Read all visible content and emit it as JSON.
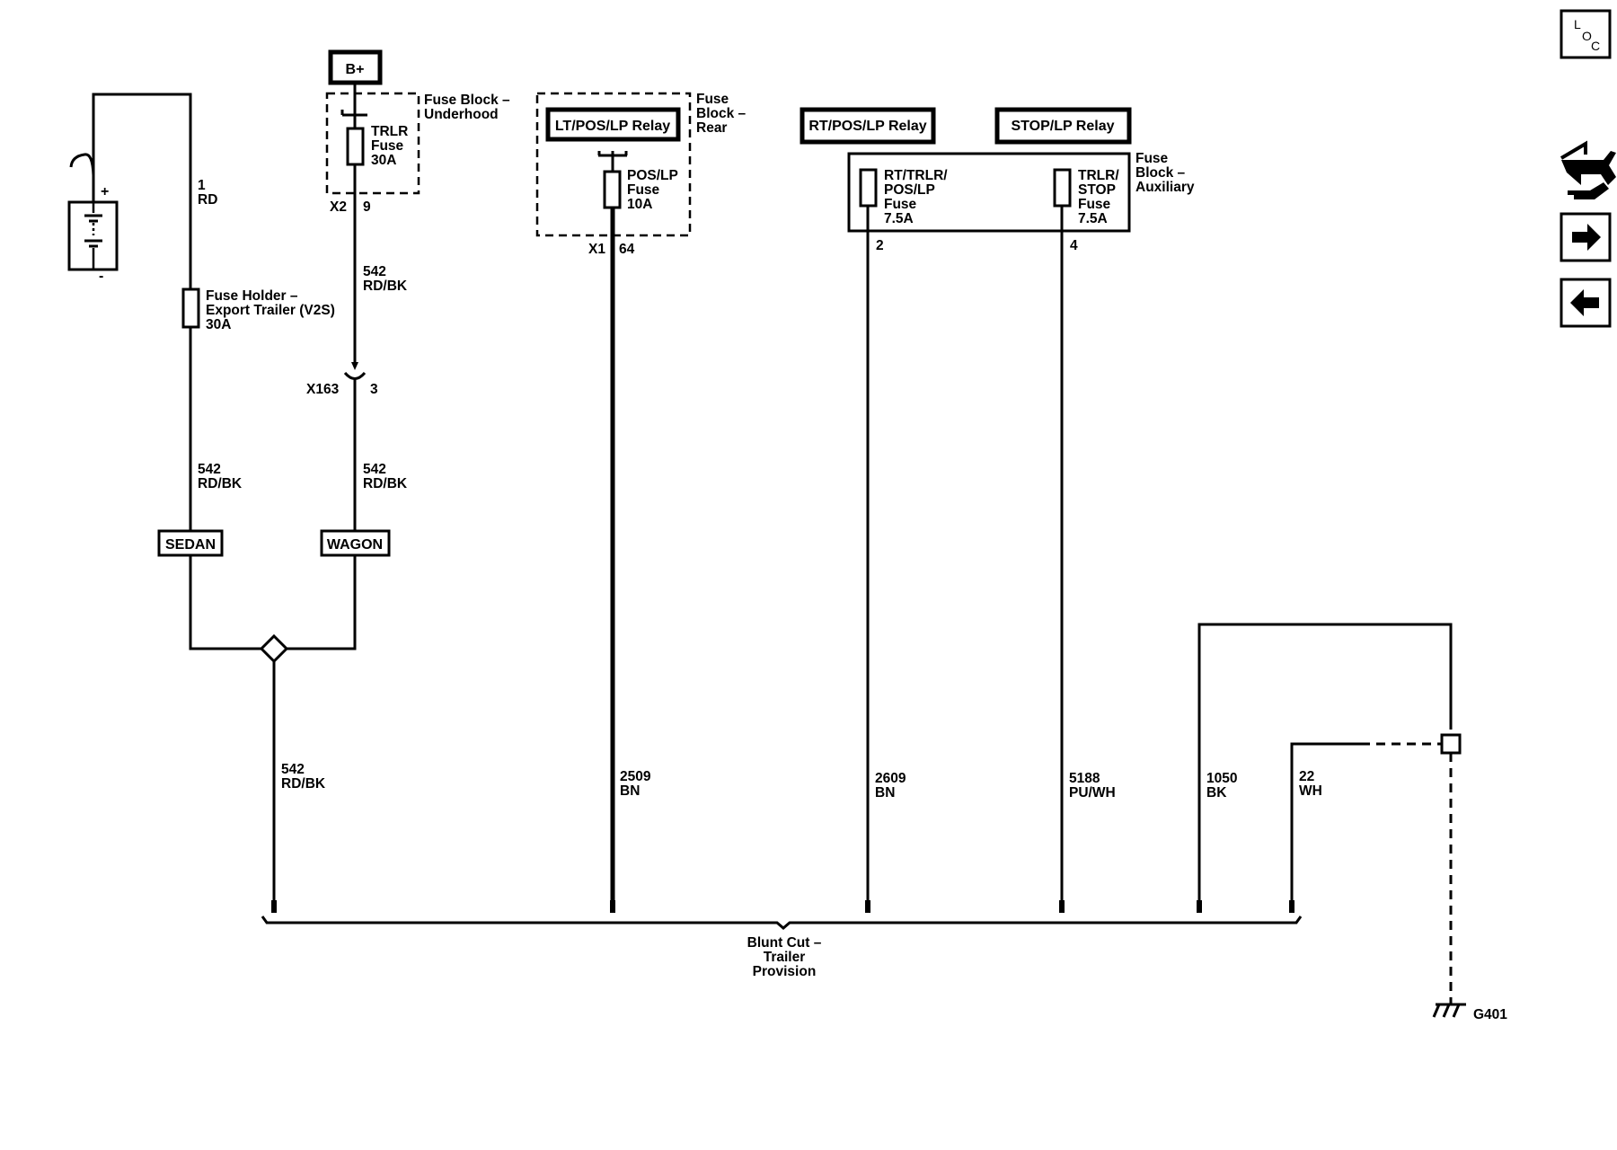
{
  "battery": {
    "plus": "+",
    "minus": "-"
  },
  "b_plus": "B+",
  "fuse_block_underhood": {
    "line1": "Fuse Block –",
    "line2": "Underhood"
  },
  "trlr_fuse": {
    "line1": "TRLR",
    "line2": "Fuse",
    "line3": "30A"
  },
  "conn_x2": "X2",
  "pin_9": "9",
  "wire_1": {
    "num": "1",
    "color": "RD"
  },
  "fuse_holder": {
    "line1": "Fuse Holder –",
    "line2": "Export Trailer (V2S)",
    "line3": "30A"
  },
  "wire_542_a": {
    "num": "542",
    "color": "RD/BK"
  },
  "conn_x163": "X163",
  "pin_3": "3",
  "wire_542_b": {
    "num": "542",
    "color": "RD/BK"
  },
  "wire_542_c": {
    "num": "542",
    "color": "RD/BK"
  },
  "option_sedan": "SEDAN",
  "option_wagon": "WAGON",
  "wire_542_d": {
    "num": "542",
    "color": "RD/BK"
  },
  "relay_lt": "LT/POS/LP Relay",
  "fuse_block_rear": {
    "line1": "Fuse",
    "line2": "Block –",
    "line3": "Rear"
  },
  "pos_lp_fuse": {
    "line1": "POS/LP",
    "line2": "Fuse",
    "line3": "10A"
  },
  "conn_x1": "X1",
  "pin_64": "64",
  "wire_2509": {
    "num": "2509",
    "color": "BN"
  },
  "relay_rt": "RT/POS/LP Relay",
  "relay_stop": "STOP/LP Relay",
  "fuse_block_aux": {
    "line1": "Fuse",
    "line2": "Block –",
    "line3": "Auxiliary"
  },
  "rt_fuse": {
    "line1": "RT/TRLR/",
    "line2": "POS/LP",
    "line3": "Fuse",
    "line4": "7.5A"
  },
  "stop_fuse": {
    "line1": "TRLR/",
    "line2": "STOP",
    "line3": "Fuse",
    "line4": "7.5A"
  },
  "pin_2": "2",
  "pin_4": "4",
  "wire_2609": {
    "num": "2609",
    "color": "BN"
  },
  "wire_5188": {
    "num": "5188",
    "color": "PU/WH"
  },
  "wire_1050": {
    "num": "1050",
    "color": "BK"
  },
  "wire_22": {
    "num": "22",
    "color": "WH"
  },
  "blunt_cut": {
    "line1": "Blunt Cut –",
    "line2": "Trailer",
    "line3": "Provision"
  },
  "ground": "G401",
  "nav": {
    "loc_l": "L",
    "loc_o": "O",
    "loc_c": "C"
  }
}
